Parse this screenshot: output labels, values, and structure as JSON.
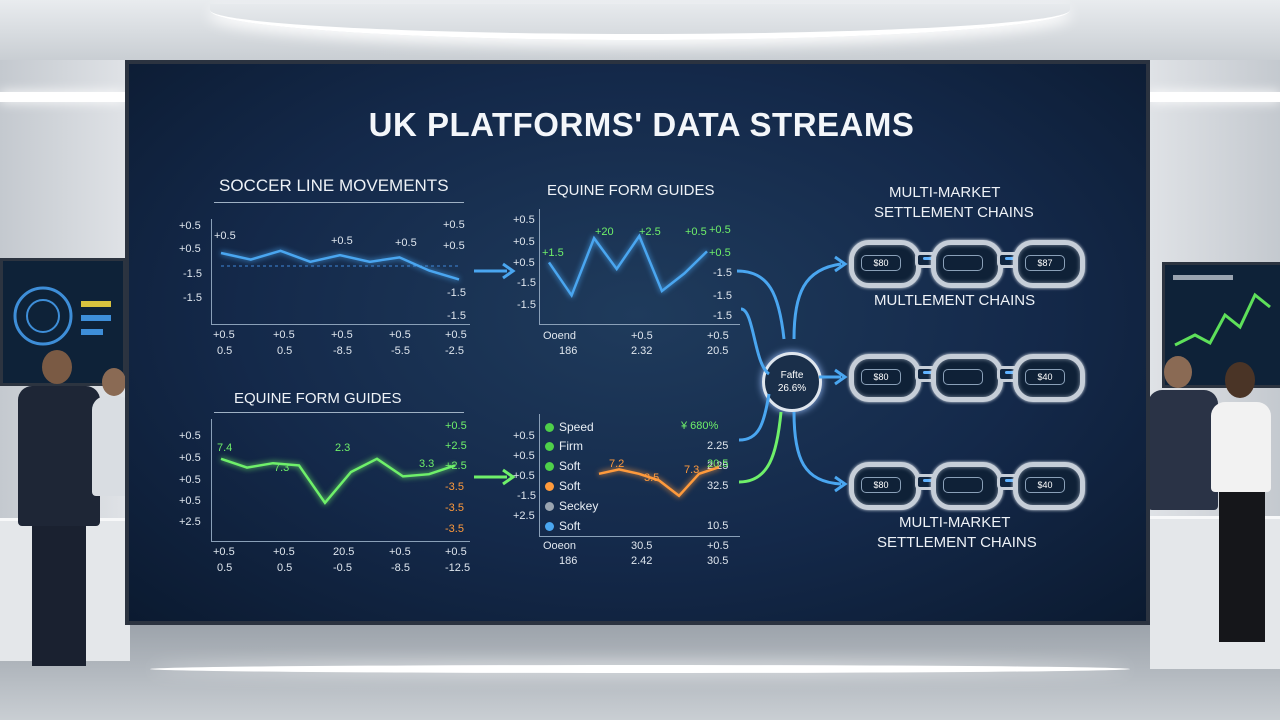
{
  "title": "UK PLATFORMS' DATA STREAMS",
  "soccer": {
    "heading": "SOCCER LINE MOVEMENTS",
    "y_ticks_left": [
      "+0.5",
      "+0.5",
      "-1.5",
      "-1.5"
    ],
    "y_ticks_right": [
      "+0.5",
      "+0.5",
      "-1.5",
      "-1.5"
    ],
    "point_labels": [
      "+0.5",
      "+0.5",
      "+0.5"
    ],
    "x_row1": [
      "+0.5",
      "+0.5",
      "+0.5",
      "+0.5",
      "+0.5"
    ],
    "x_row2": [
      "0.5",
      "0.5",
      "-8.5",
      "-5.5",
      "-2.5"
    ],
    "values": [
      0.5,
      0.2,
      0.6,
      0.1,
      0.4,
      0.1,
      0.3,
      -0.3,
      -0.7
    ]
  },
  "equine_top": {
    "heading": "EQUINE FORM GUIDES",
    "y_ticks_left": [
      "+0.5",
      "+0.5",
      "+0.5",
      "-1.5",
      "-1.5"
    ],
    "y_ticks_right": [
      "+0.5",
      "+0.5",
      "-1.5",
      "-1.5",
      "-1.5"
    ],
    "point_labels": [
      "+20",
      "+2.5",
      "+0.5",
      "+1.5"
    ],
    "x_row1": [
      "Ooend",
      "+0.5",
      "+0.5"
    ],
    "x_row2": [
      "186",
      "2.32",
      "20.5"
    ],
    "values": [
      0.3,
      -1.2,
      1.4,
      0.0,
      1.5,
      -1.0,
      -0.2,
      0.8
    ]
  },
  "equine_bottom": {
    "heading": "EQUINE FORM GUIDES",
    "y_ticks_left": [
      "+0.5",
      "+0.5",
      "+0.5",
      "+0.5",
      "+2.5"
    ],
    "y_ticks_right": [
      "+0.5",
      "+2.5",
      "+2.5",
      "-3.5",
      "-3.5",
      "-3.5"
    ],
    "point_labels": [
      "7.4",
      "7.3",
      "2.3",
      "3.3"
    ],
    "x_row1": [
      "+0.5",
      "+0.5",
      "20.5",
      "+0.5",
      "+0.5"
    ],
    "x_row2": [
      "0.5",
      "0.5",
      "-0.5",
      "-8.5",
      "-12.5"
    ],
    "values": [
      0.6,
      0.2,
      0.4,
      0.3,
      -1.4,
      0.0,
      0.6,
      -0.2,
      -0.1,
      0.3
    ]
  },
  "legend_chart": {
    "y_ticks_left": [
      "+0.5",
      "+0.5",
      "+0.5",
      "-1.5",
      "+2.5"
    ],
    "y_ticks_right": [
      "¥ 680%",
      "2.25",
      "2.25",
      "32.5",
      "10.5"
    ],
    "legend": [
      {
        "label": "Speed",
        "color": "#4ecf4a"
      },
      {
        "label": "Firm",
        "color": "#4ecf4a"
      },
      {
        "label": "Soft",
        "color": "#4ecf4a"
      },
      {
        "label": "Soft",
        "color": "#ff9a3c"
      },
      {
        "label": "Seckey",
        "color": "#9aa4b0"
      },
      {
        "label": "Soft",
        "color": "#4aa6f0"
      }
    ],
    "point_labels": [
      "7.2",
      "3.5",
      "7.3",
      "20.5"
    ],
    "x_row1": [
      "Ooeon",
      "30.5",
      "+0.5"
    ],
    "x_row2": [
      "186",
      "2.42",
      "30.5"
    ],
    "values": [
      0.1,
      0.3,
      0.1,
      -0.2,
      -0.9,
      0.1,
      0.4
    ]
  },
  "hub": {
    "line1": "Fafte",
    "line2": "26.6%"
  },
  "chains": {
    "top_title_1": "MULTI-MARKET",
    "top_title_2": "SETTLEMENT CHAINS",
    "mid_title": "MULTLEMENT CHAINS",
    "bottom_title_1": "MULTI-MARKET",
    "bottom_title_2": "SETTLEMENT CHAINS",
    "chain1": [
      "$80",
      "",
      "$87"
    ],
    "chain2": [
      "$80",
      "",
      "$40"
    ],
    "chain3": [
      "$80",
      "",
      "$40"
    ]
  },
  "colors": {
    "blue": "#4aa6f0",
    "green": "#6ff06a",
    "orange": "#ff9a3c"
  }
}
